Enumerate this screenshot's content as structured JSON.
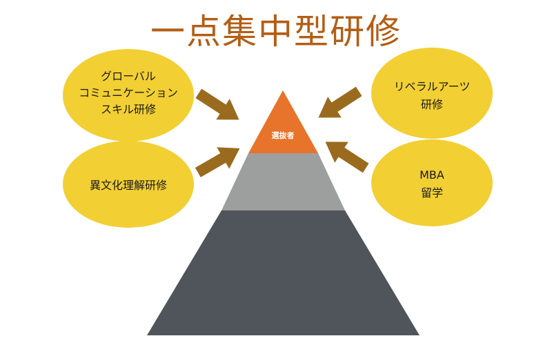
{
  "title": "一点集中型研修",
  "pyramid": {
    "apex_label": "選抜者",
    "colors": {
      "apex": "#e8732a",
      "middle": "#9d9f9f",
      "base": "#50545b"
    }
  },
  "programs": {
    "global": [
      "グローバル",
      "コミュニケーション",
      "スキル研修"
    ],
    "intercultural": [
      "異文化理解研修"
    ],
    "liberal_arts": [
      "リベラルアーツ",
      "研修"
    ],
    "mba": [
      "MBA",
      "留学"
    ]
  },
  "colors": {
    "ellipse_fill": "#f2cf33",
    "arrow_fill": "#9a6b1e",
    "title": "#b25e15"
  }
}
